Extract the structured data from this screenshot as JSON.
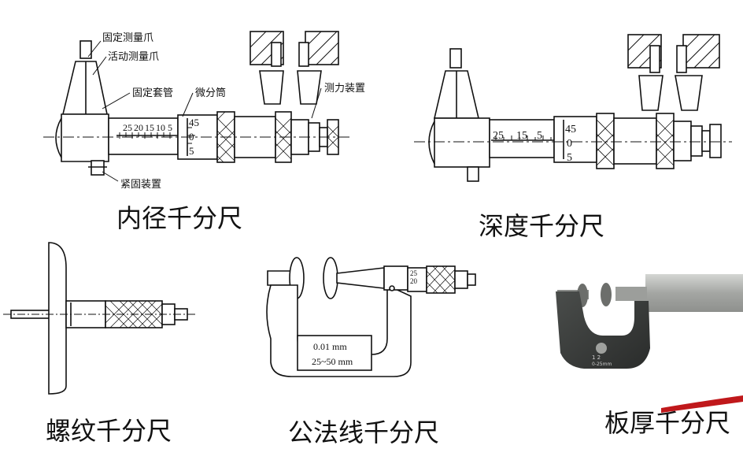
{
  "panels": {
    "inner": {
      "title": "内径千分尺",
      "labels": {
        "fixed_jaw": "固定测量爪",
        "movable_jaw": "活动测量爪",
        "sleeve": "固定套管",
        "thimble": "微分筒",
        "ratchet": "测力装置",
        "lock": "紧固装置"
      },
      "scale": [
        "25",
        "20",
        "15",
        "10",
        "5"
      ],
      "thimble_scale": [
        "45",
        "0",
        "5"
      ]
    },
    "depth": {
      "title": "深度千分尺",
      "scale": [
        "25",
        "15",
        "5"
      ],
      "thimble_scale": [
        "45",
        "0",
        "5"
      ]
    },
    "thread": {
      "title": "螺纹千分尺"
    },
    "gear": {
      "title": "公法线千分尺",
      "plate": [
        "0.01 mm",
        "25~50 mm"
      ],
      "thimble_scale": [
        "25",
        "20"
      ]
    },
    "sheet": {
      "title": "板厚千分尺",
      "brand_lines": [
        "1  2",
        "0-25mm"
      ]
    }
  },
  "colors": {
    "photo_body": "#3a3d3c",
    "photo_spindle": "#b4b6b3",
    "accent_red": "#c0181b"
  }
}
